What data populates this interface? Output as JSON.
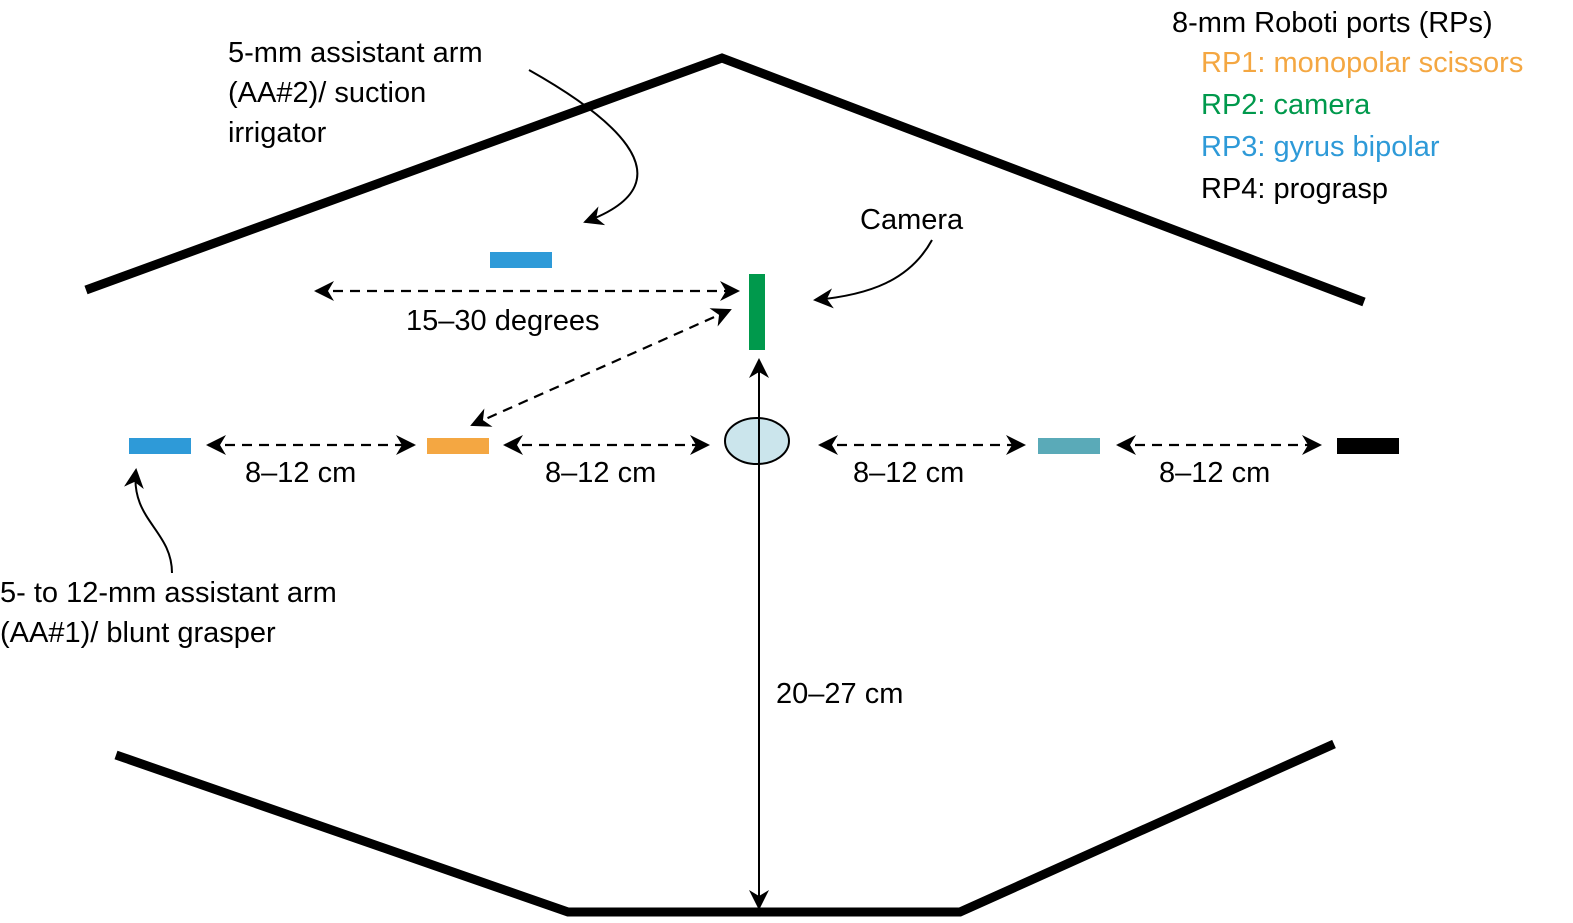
{
  "title": "Robotic port placement diagram",
  "colors": {
    "rp1_orange": "#F4A742",
    "rp2_green": "#00994C",
    "rp3_blue": "#2E9AD8",
    "rp_teal": "#5AAAB8",
    "rp4_black": "#000000",
    "umbilicus_fill": "#CBE5EC",
    "text": "#000000"
  },
  "legend": {
    "heading": "8-mm Roboti ports (RPs)",
    "items": [
      {
        "label": "RP1: monopolar scissors",
        "color": "#F4A742"
      },
      {
        "label": "RP2: camera",
        "color": "#00994C"
      },
      {
        "label": "RP3: gyrus bipolar",
        "color": "#2E9AD8"
      },
      {
        "label": "RP4: prograsp",
        "color": "#000000"
      }
    ]
  },
  "annotations": {
    "aa2": [
      "5-mm assistant arm",
      "(AA#2)/ suction",
      "irrigator"
    ],
    "aa1": [
      "5- to 12-mm assistant arm",
      "(AA#1)/ blunt grasper"
    ],
    "camera": "Camera",
    "angle": "15–30 degrees",
    "spacing": [
      "8–12 cm",
      "8–12 cm",
      "8–12 cm",
      "8–12 cm"
    ],
    "depth": "20–27 cm"
  }
}
